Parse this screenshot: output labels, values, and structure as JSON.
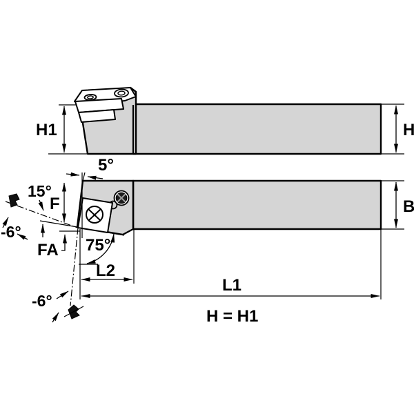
{
  "diagram": {
    "type": "engineering-drawing",
    "subject": "lathe turning toolholder with square insert, two orthographic views",
    "note": "H = H1",
    "colors": {
      "background": "#ffffff",
      "body_fill": "#d5d5d5",
      "outline": "#000000",
      "insert_fill": "#ffffff",
      "screw_dark": "#1c1c1c"
    },
    "labels": {
      "h1": "H1",
      "h": "H",
      "back_angle": "5°",
      "side_angle": "15°",
      "f": "F",
      "side_rake": "-6°",
      "fa": "FA",
      "lead_angle": "75°",
      "l2": "L2",
      "b": "B",
      "l1": "L1",
      "back_rake": "-6°",
      "note": "H = H1"
    }
  }
}
